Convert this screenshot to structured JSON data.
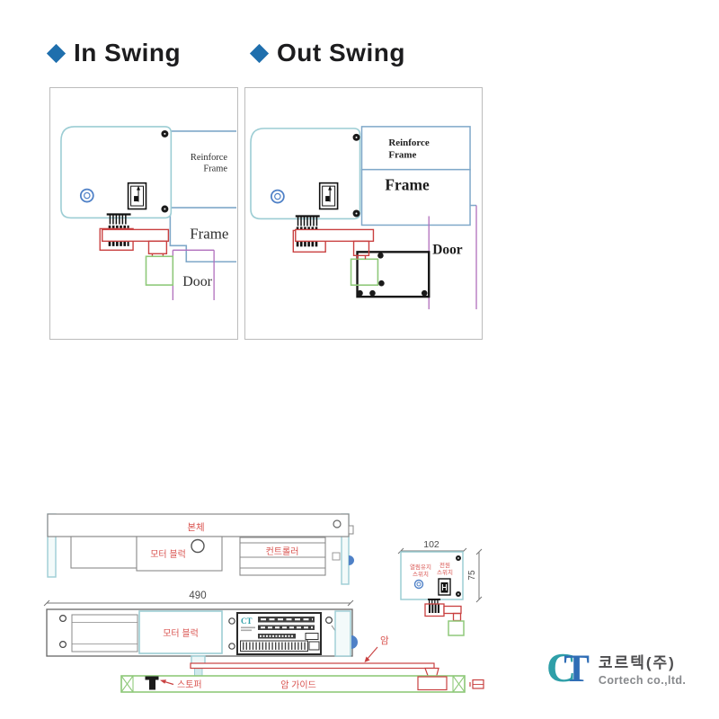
{
  "headers": {
    "in_swing": "In Swing",
    "out_swing": "Out Swing"
  },
  "in_swing_diagram": {
    "reinforce_frame_line1": "Reinforce",
    "reinforce_frame_line2": "Frame",
    "frame_label": "Frame",
    "door_label": "Door"
  },
  "out_swing_diagram": {
    "reinforce_frame_line1": "Reinforce",
    "reinforce_frame_line2": "Frame",
    "frame_label": "Frame",
    "door_label": "Door"
  },
  "plan_view": {
    "body_label": "본체",
    "motor_block_label": "모터 블럭",
    "controller_label": "컨트롤러"
  },
  "front_view": {
    "width_dim": "490",
    "motor_block_label": "모터 블럭",
    "board_logo": "CT"
  },
  "side_view": {
    "width_dim": "102",
    "height_dim": "75",
    "hold_open_switch_line1": "열림유지",
    "hold_open_switch_line2": "스위치",
    "power_switch_line1": "전원",
    "power_switch_line2": "스위치"
  },
  "arm_assembly": {
    "arm_label": "암",
    "stopper_label": "스토퍼",
    "arm_guide_label": "암 가이드"
  },
  "logo": {
    "c": "C",
    "t": "T",
    "company_korean": "코르텍(주)",
    "company_english": "Cortech co.,ltd."
  },
  "colors": {
    "accent_blue": "#1f6fad",
    "label_red": "#d9534f",
    "line_cyan": "#9ccdd4",
    "line_blue": "#7fa8c9",
    "line_red": "#c94040",
    "line_green": "#8fc97a",
    "line_purple": "#b06ebc",
    "logo_teal": "#2e9fa8",
    "logo_blue": "#2f6db5"
  }
}
